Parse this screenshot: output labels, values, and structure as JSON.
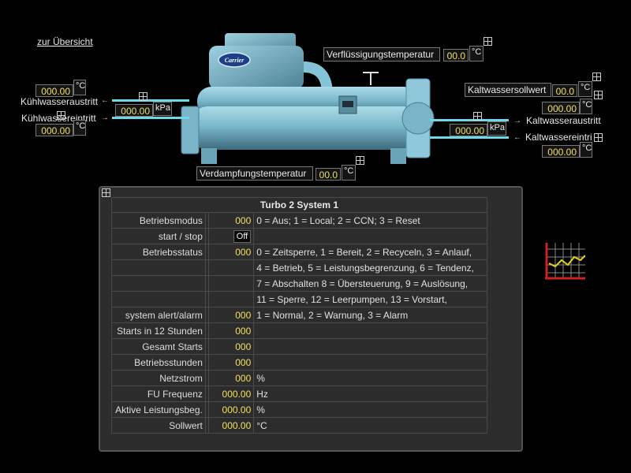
{
  "nav": {
    "overview_link": "zur Übersicht"
  },
  "machine": {
    "brand": "Carrier"
  },
  "fields": {
    "kuehlwasser_aus": {
      "label": "Kühlwasseraustritt",
      "value": "000.00",
      "unit": "°C"
    },
    "kuehlwasser_ein": {
      "label": "Kühlwassereintritt",
      "value": "000.00",
      "unit": "°C"
    },
    "kuehl_druck": {
      "value": "000.00",
      "unit": "kPa"
    },
    "verfluessigung": {
      "label": "Verflüssigungstemperatur",
      "value": "00.0",
      "unit": "°C"
    },
    "kaltwasser_soll": {
      "label": "Kaltwassersollwert",
      "value": "00.0",
      "unit": "°C",
      "value2": "000.00",
      "unit2": "°C"
    },
    "kaltwasser_druck": {
      "value": "000.00",
      "unit": "kPa"
    },
    "kaltwasser_aus": {
      "label": "Kaltwasseraustritt"
    },
    "kaltwasser_ein": {
      "label": "Kaltwassereintri",
      "value": "000.00",
      "unit": "°C"
    },
    "verdampfung": {
      "label": "Verdampfungstemperatur",
      "value": "00.0",
      "unit": "°C"
    }
  },
  "panel": {
    "title": "Turbo 2 System 1",
    "rows": [
      {
        "name": "Betriebsmodus",
        "value": "000",
        "desc": "0 = Aus; 1 = Local; 2 = CCN; 3 = Reset"
      },
      {
        "name": "start / stop",
        "button": "Off",
        "desc": ""
      },
      {
        "name": "Betriebsstatus",
        "value": "000",
        "desc": "0 = Zeitsperre, 1 =  Bereit, 2 =  Recyceln, 3 =  Anlauf,"
      },
      {
        "name": "",
        "value": "",
        "desc": "4 =  Betrieb, 5 = Leistungsbegrenzung, 6 = Tendenz,"
      },
      {
        "name": "",
        "value": "",
        "desc": "7 = Abschalten  8 = Übersteuerung, 9 =  Auslösung,"
      },
      {
        "name": "",
        "value": "",
        "desc": "11 = Sperre,  12 = Leerpumpen, 13 = Vorstart,"
      },
      {
        "name": "system alert/alarm",
        "value": "000",
        "desc": "1 = Normal, 2 =  Warnung, 3 =  Alarm"
      },
      {
        "name": "Starts in 12 Stunden",
        "value": "000",
        "desc": ""
      },
      {
        "name": "Gesamt Starts",
        "value": "000",
        "desc": ""
      },
      {
        "name": "Betriebsstunden",
        "value": "000",
        "desc": ""
      },
      {
        "name": "Netzstrom",
        "value": "000",
        "desc": "%"
      },
      {
        "name": "FU Frequenz",
        "value": "000.00",
        "desc": "Hz"
      },
      {
        "name": "Aktive Leistungsbeg.",
        "value": "000.00",
        "desc": "%"
      },
      {
        "name": "Sollwert",
        "value": "000.00",
        "desc": "°C"
      }
    ]
  },
  "colors": {
    "value": "#f0e060",
    "pipe": "#6fd8e8",
    "trend_axis": "#d02020",
    "trend_line": "#e8d020"
  }
}
